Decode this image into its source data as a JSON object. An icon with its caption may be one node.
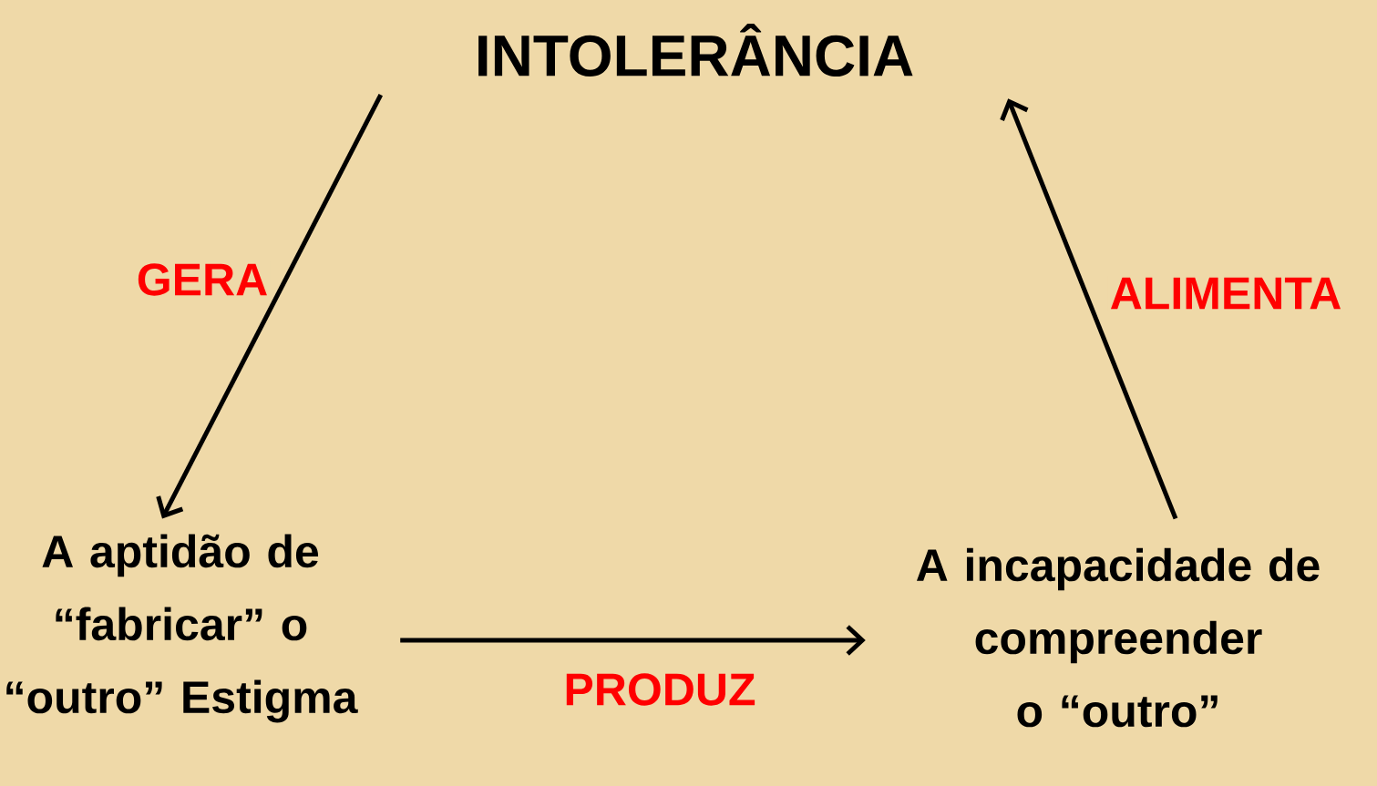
{
  "diagram": {
    "nodes": [
      {
        "text": [
          "INTOLERÂNCIA"
        ]
      },
      {
        "text": [
          "A aptidão de “fabricar” o “outro” Estigma"
        ]
      },
      {
        "text": [
          "A incapacidade de compreender o “outro”"
        ]
      }
    ],
    "edges": [
      {
        "from": 0,
        "to": 1,
        "arrow": "to",
        "label": "GERA"
      },
      {
        "from": 1,
        "to": 2,
        "arrow": "to",
        "label": "PRODUZ"
      },
      {
        "from": 2,
        "to": 0,
        "arrow": "to",
        "label": "ALIMENTA"
      }
    ]
  }
}
